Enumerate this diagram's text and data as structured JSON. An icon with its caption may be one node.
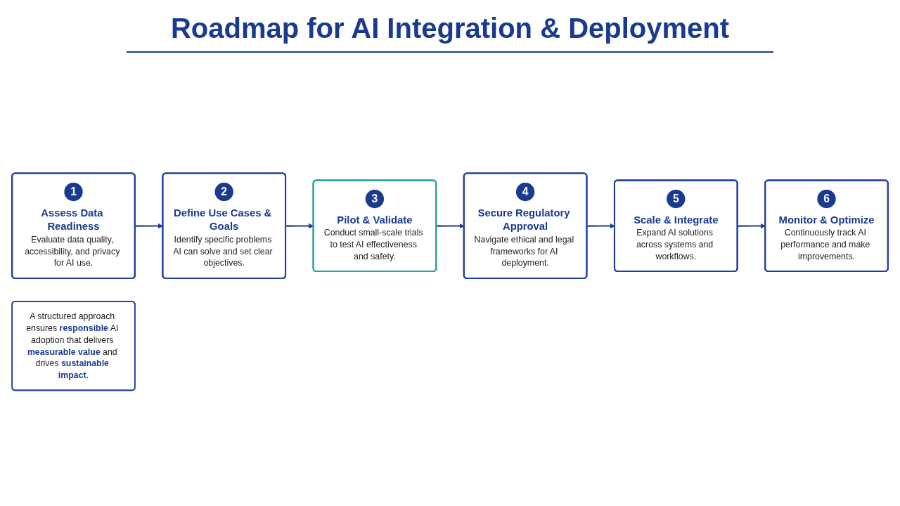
{
  "diagram": {
    "title": "Roadmap for AI Integration & Deployment",
    "nodes": [
      {
        "text": [
          "1",
          "Assess Data Readiness",
          "Evaluate data quality, accessibility, and privacy for AI use."
        ]
      },
      {
        "text": [
          "2",
          "Define Use Cases & Goals",
          "Identify specific problems AI can solve and set clear objectives."
        ]
      },
      {
        "text": [
          "3",
          "Pilot & Validate",
          "Conduct small-scale trials to test AI effectiveness and safety."
        ]
      },
      {
        "text": [
          "4",
          "Secure Regulatory Approval",
          "Navigate ethical and legal frameworks for AI deployment."
        ]
      },
      {
        "text": [
          "5",
          "Scale & Integrate",
          "Expand AI solutions across systems and workflows."
        ]
      },
      {
        "text": [
          "6",
          "Monitor & Optimize",
          "Continuously track AI performance and make improvements."
        ]
      },
      {
        "text": [
          "A structured approach ensures **responsible** AI adoption that delivers **measurable value** and drives **sustainable impact**."
        ]
      }
    ],
    "edges": [
      {
        "from": 0,
        "to": 1,
        "arrow": "to"
      },
      {
        "from": 1,
        "to": 2,
        "arrow": "to"
      },
      {
        "from": 2,
        "to": 3,
        "arrow": "to"
      },
      {
        "from": 3,
        "to": 4,
        "arrow": "to"
      },
      {
        "from": 4,
        "to": 5,
        "arrow": "to"
      }
    ]
  }
}
